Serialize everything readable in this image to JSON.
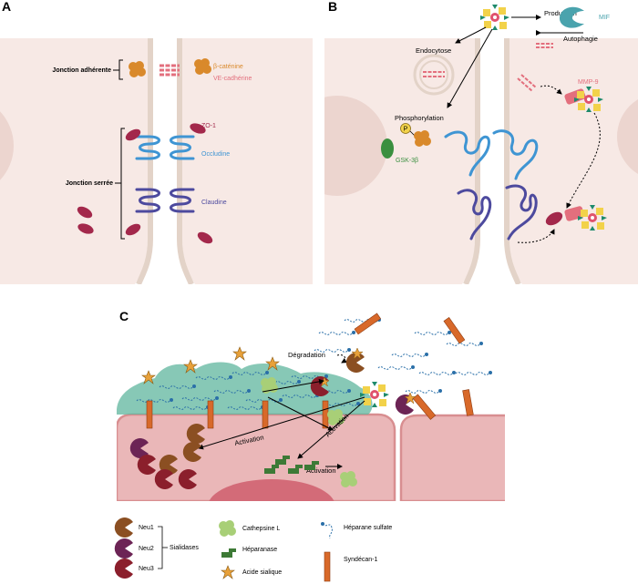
{
  "panels": {
    "a": "A",
    "b": "B",
    "c": "C"
  },
  "panel_a": {
    "jonction_adherente": "Jonction adhérente",
    "beta_catenine": "β-caténine",
    "ve_cadherine": "VE-cadhérine",
    "zo1": "ZO-1",
    "occludine": "Occludine",
    "claudine": "Claudine",
    "jonction_serree": "Jonction serrée"
  },
  "panel_b": {
    "production": "Production",
    "mif": "MIF",
    "autophagie": "Autophagie",
    "endocytose": "Endocytose",
    "phosphorylation": "Phosphorylation",
    "p": "P",
    "gsk3b": "GSK-3β",
    "mmp9": "MMP-9"
  },
  "panel_c": {
    "degradation": "Dégradation",
    "activation_1": "Activation",
    "activation_2": "Activation",
    "activation_3": "Activation"
  },
  "legend": {
    "neu1": "Neu1",
    "neu2": "Neu2",
    "neu3": "Neu3",
    "sialidases": "Sialidases",
    "cathepsine": "Cathepsine L",
    "heparanase": "Héparanase",
    "acide_sialique": "Acide sialique",
    "heparane_sulfate": "Héparane sulfate",
    "syndecan": "Syndécan-1"
  },
  "colors": {
    "cell_bg": "#f7e9e5",
    "gap": "#eaded6",
    "occludin": "#3f95d3",
    "claudin": "#4d4a9e",
    "zo1": "#a3284b",
    "catenin": "#d9892b",
    "cadherin": "#e36f7d",
    "gsk": "#3a8f3f",
    "mif": "#4aa3ad",
    "glyco": "#5fb59e",
    "cytoplasm": "#eab7b8",
    "neu1": "#8b4f22",
    "neu2": "#6c2455",
    "neu3": "#8b1f2c",
    "cathepsin": "#a8cf77",
    "heparanase": "#3d7a36",
    "syndecan": "#d8692a",
    "sialic": "#e8a13a",
    "heparan": "#2a6fa8"
  }
}
